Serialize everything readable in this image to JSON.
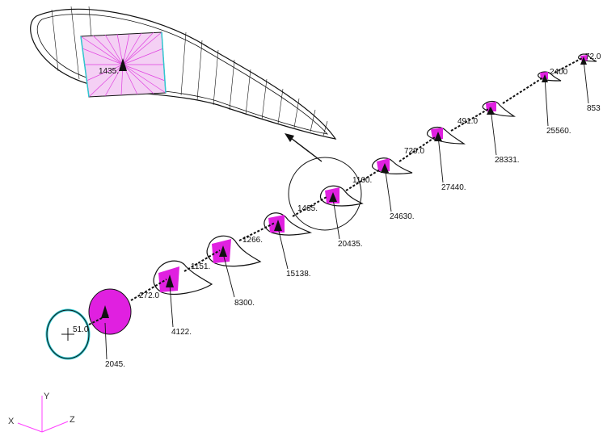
{
  "annotations": {
    "detail_center_label": "1435.",
    "axis_x": "X",
    "axis_y": "Y",
    "axis_z": "Z"
  },
  "sections": [
    {
      "id": "s0",
      "small": "51.0",
      "big": "2045."
    },
    {
      "id": "s1",
      "small": "272.0",
      "big": "4122."
    },
    {
      "id": "s2",
      "small": "1151.",
      "big": "8300."
    },
    {
      "id": "s3",
      "small": "1266.",
      "big": "15138."
    },
    {
      "id": "s4",
      "small": "1435.",
      "big": "20435."
    },
    {
      "id": "s5",
      "small": "1160.",
      "big": "24630."
    },
    {
      "id": "s6",
      "small": "729.0",
      "big": "27440."
    },
    {
      "id": "s7",
      "small": "491.0",
      "big": "28331."
    },
    {
      "id": "s8",
      "small": "2400",
      "big": "25560."
    },
    {
      "id": "s9",
      "small": "72.0",
      "big": "853"
    }
  ],
  "colors": {
    "mesh": "#111111",
    "spokes": "#e040e0",
    "magenta_fill": "#e020e0",
    "cyan": "#30c8d0",
    "axes": "#ff40ff"
  }
}
